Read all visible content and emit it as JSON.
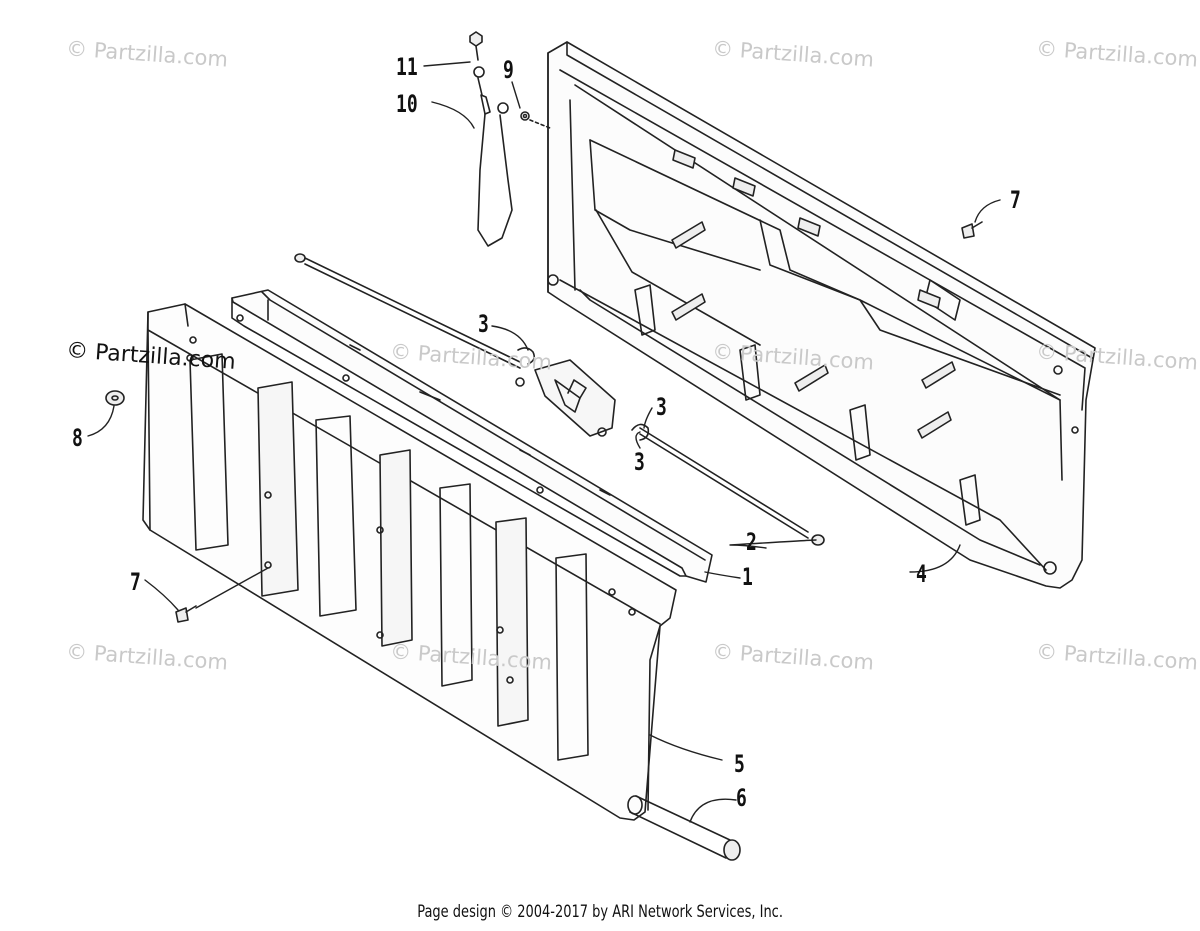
{
  "watermark": "© Partzilla.com",
  "callouts": {
    "c11": "11",
    "c9": "9",
    "c10": "10",
    "c7a": "7",
    "c3a": "3",
    "c3b": "3",
    "c3c": "3",
    "c8": "8",
    "c2": "2",
    "c1": "1",
    "c4": "4",
    "c7b": "7",
    "c5": "5",
    "c6": "6"
  },
  "footer": "Page design © 2004-2017 by ARI Network Services, Inc."
}
